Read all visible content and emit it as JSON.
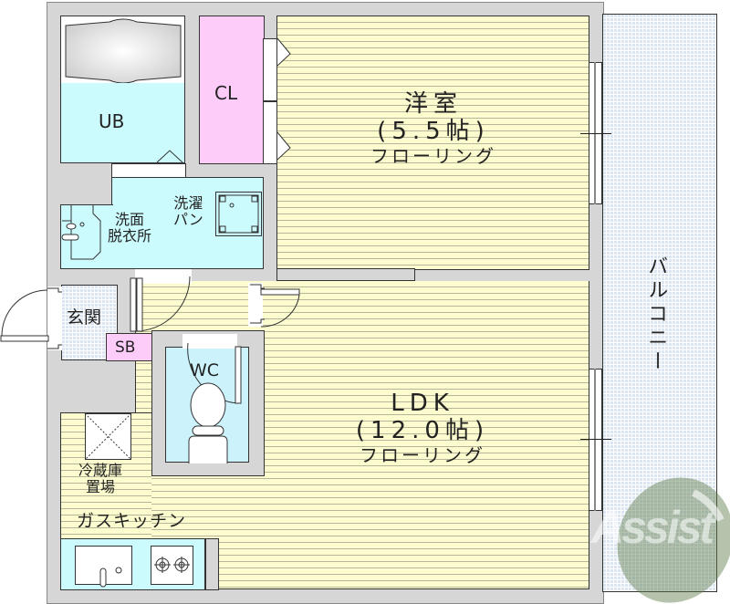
{
  "floorplan": {
    "rooms": {
      "western_room": {
        "name": "洋室",
        "size": "(5.5帖)",
        "floor": "フローリング"
      },
      "ldk": {
        "name": "LDK",
        "size": "(12.0帖)",
        "floor": "フローリング"
      },
      "unit_bath": {
        "label": "UB"
      },
      "closet": {
        "label": "CL"
      },
      "washroom": {
        "line1": "洗面",
        "line2": "脱衣所"
      },
      "washing_pan": {
        "line1": "洗濯",
        "line2": "パン"
      },
      "entrance": {
        "label": "玄関"
      },
      "shoe_box": {
        "label": "SB"
      },
      "toilet": {
        "label": "WC"
      },
      "fridge_space": {
        "line1": "冷蔵庫",
        "line2": "置場"
      },
      "kitchen": {
        "label": "ガスキッチン"
      },
      "balcony": {
        "label": "バルコニー"
      }
    },
    "watermark": {
      "text": "Assist"
    },
    "colors": {
      "floor": "#fdfcce",
      "wet_area": "#ccfbfd",
      "closet": "#fdccf9",
      "tile": "#dce6f2",
      "wall": "#d6d6d6",
      "watermark": "#5a7a4a"
    }
  }
}
